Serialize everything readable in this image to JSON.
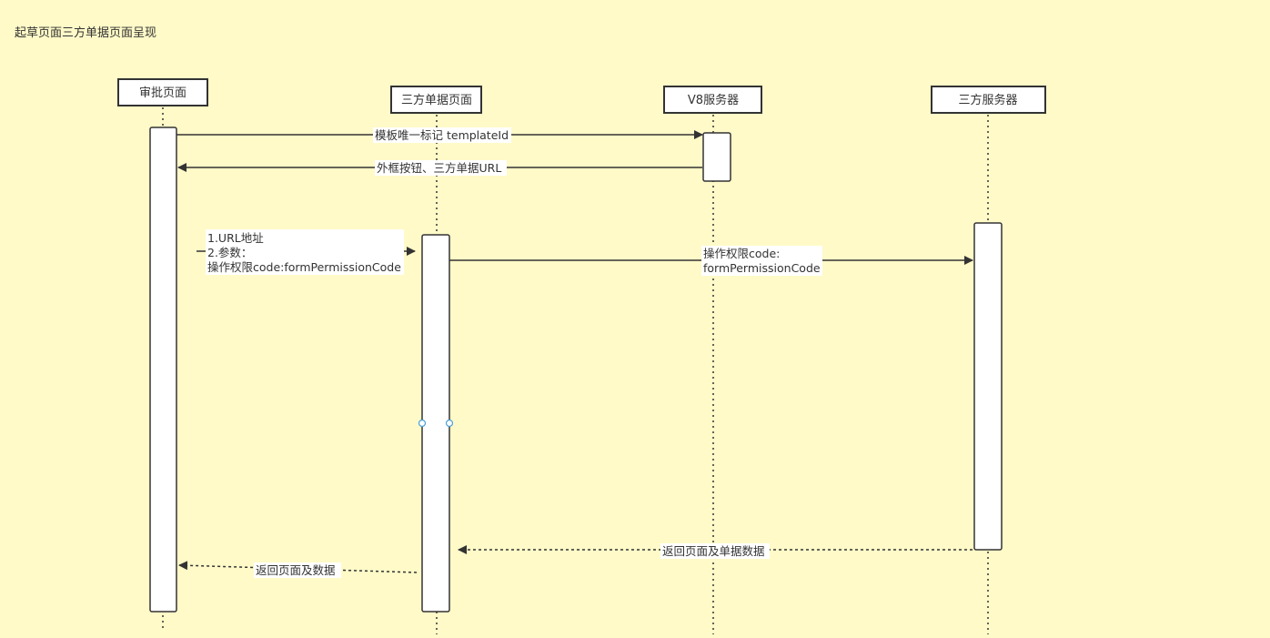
{
  "page": {
    "title": "起草页面三方单据页面呈现"
  },
  "participants": [
    {
      "id": "approval",
      "label": "审批页面"
    },
    {
      "id": "third_doc",
      "label": "三方单据页面"
    },
    {
      "id": "v8",
      "label": "V8服务器"
    },
    {
      "id": "third_srv",
      "label": "三方服务器"
    }
  ],
  "messages": [
    {
      "id": "m1",
      "from": "审批页面",
      "to": "V8服务器",
      "style": "solid",
      "lines": [
        "模板唯一标记 templateId"
      ]
    },
    {
      "id": "m2",
      "from": "V8服务器",
      "to": "审批页面",
      "style": "solid",
      "lines": [
        "外框按钮、三方单据URL"
      ]
    },
    {
      "id": "m3",
      "from": "审批页面",
      "to": "三方单据页面",
      "style": "solid",
      "lines": [
        "1.URL地址",
        "2.参数：",
        "操作权限code:formPermissionCode"
      ]
    },
    {
      "id": "m4",
      "from": "三方单据页面",
      "to": "三方服务器",
      "style": "solid",
      "lines": [
        "操作权限code:",
        "formPermissionCode"
      ]
    },
    {
      "id": "m5",
      "from": "三方服务器",
      "to": "三方单据页面",
      "style": "dashed",
      "lines": [
        "返回页面及单据数据"
      ]
    },
    {
      "id": "m6",
      "from": "三方单据页面",
      "to": "审批页面",
      "style": "dashed",
      "lines": [
        "返回页面及数据"
      ]
    }
  ],
  "colors": {
    "background": "#fffac8",
    "stroke": "#333333",
    "box_fill": "#ffffff",
    "handle": "#4a9fd8"
  }
}
